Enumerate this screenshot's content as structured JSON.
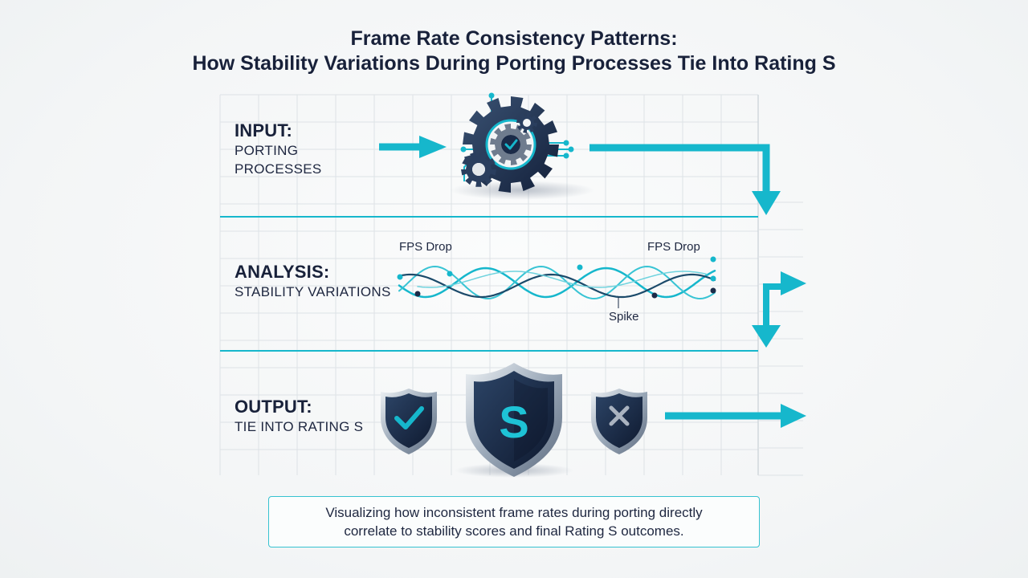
{
  "title": {
    "line1": "Frame Rate Consistency Patterns:",
    "line2": "How Stability Variations During Porting Processes Tie Into Rating S"
  },
  "stages": {
    "input": {
      "heading": "INPUT:",
      "lines": [
        "PORTING",
        "PROCESSES"
      ],
      "icon": "gear-cluster-check-icon"
    },
    "analysis": {
      "heading": "ANALYSIS:",
      "lines": [
        "STABILITY VARIATIONS"
      ],
      "annotations": {
        "fps_drop_left": "FPS Drop",
        "fps_drop_right": "FPS Drop",
        "spike": "Spike"
      }
    },
    "output": {
      "heading": "OUTPUT:",
      "lines": [
        "TIE INTO RATING S"
      ],
      "shields": {
        "pass": "check-shield-icon",
        "rating": "S",
        "fail": "x-shield-icon"
      }
    }
  },
  "caption": {
    "line1": "Visualizing how inconsistent frame rates during porting directly",
    "line2": "correlate to stability scores and final Rating S outcomes."
  },
  "colors": {
    "accent": "#16b7cc",
    "navy": "#1b2b48",
    "grid": "#dde2e6",
    "text": "#18213a"
  }
}
